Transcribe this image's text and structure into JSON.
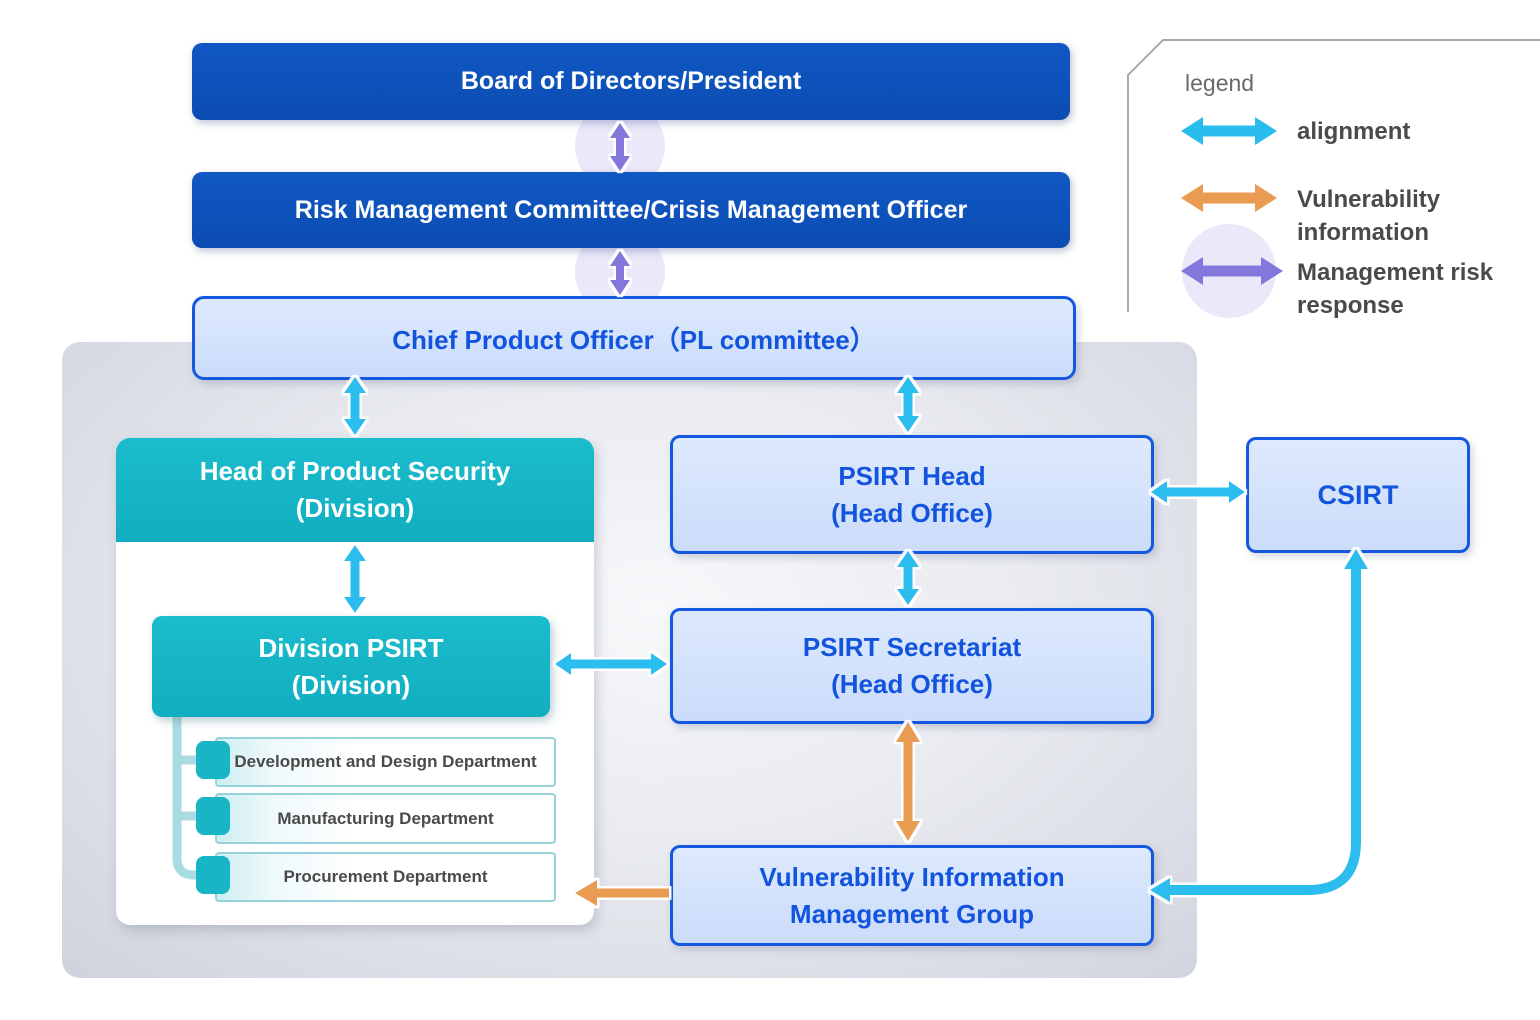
{
  "legend": {
    "title": "legend",
    "items": [
      {
        "label": "alignment",
        "type": "alignment"
      },
      {
        "label": "Vulnerability information",
        "type": "vulnerability-information"
      },
      {
        "label": "Management risk response",
        "type": "management-risk-response"
      }
    ]
  },
  "colors": {
    "alignment_arrow": "#29bdee",
    "vulnerability_information_arrow": "#e99b51",
    "management_risk_response_arrow": "#8377dc",
    "management_risk_halo": "#ebe8fa",
    "dark_blue_box": "#0e52bb",
    "light_blue_box_fill": "#cfdefb",
    "light_blue_box_border": "#1558e0",
    "blue_text": "#1254dd",
    "teal_box": "#16b5c7",
    "department_border": "#96d2d9",
    "department_text": "#4a4a4a",
    "container_gray": "#d2d6df"
  },
  "boxes": {
    "board": {
      "label": "Board of Directors/President"
    },
    "risk_committee": {
      "label": "Risk Management Committee/Crisis Management Officer"
    },
    "chief_product_officer": {
      "label": "Chief Product Officer（PL committee）"
    },
    "head_product_security": {
      "lines": [
        "Head of Product Security",
        "(Division)"
      ]
    },
    "division_psirt": {
      "lines": [
        "Division PSIRT",
        "(Division)"
      ]
    },
    "departments": [
      {
        "label": "Development and Design Department"
      },
      {
        "label": "Manufacturing Department"
      },
      {
        "label": "Procurement Department"
      }
    ],
    "psirt_head": {
      "lines": [
        "PSIRT Head",
        "(Head Office)"
      ]
    },
    "psirt_secretariat": {
      "lines": [
        "PSIRT Secretariat",
        "(Head Office)"
      ]
    },
    "vulnerability_info_group": {
      "lines": [
        "Vulnerability Information",
        "Management Group"
      ]
    },
    "csirt": {
      "label": "CSIRT"
    }
  }
}
